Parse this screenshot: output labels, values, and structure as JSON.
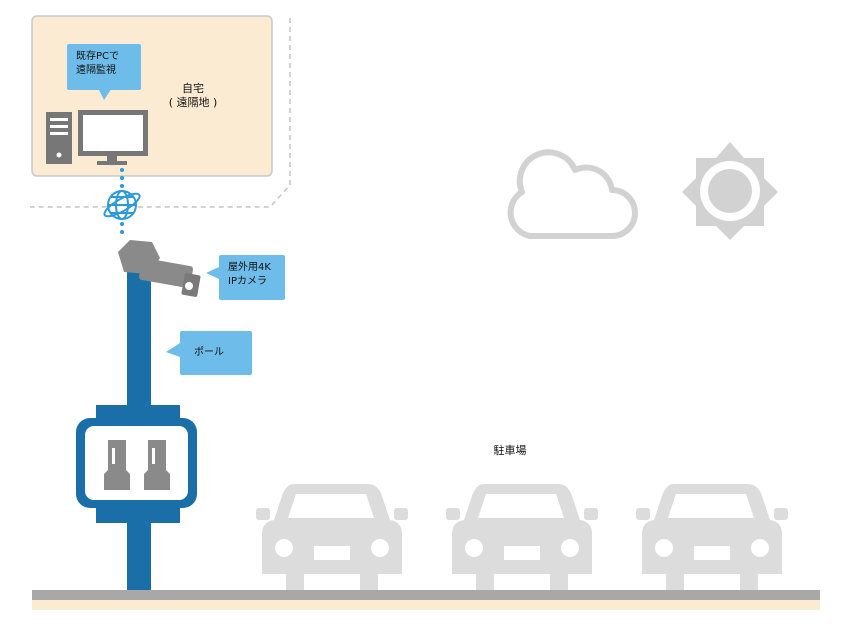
{
  "home": {
    "label_line1": "自宅",
    "label_line2": "( 遠隔地 )"
  },
  "callouts": {
    "pc_line1": "既存PCで",
    "pc_line2": "遠隔監視",
    "camera_line1": "屋外用4K",
    "camera_line2": "IPカメラ",
    "pole": "ポール"
  },
  "parking_lot": {
    "label": "駐車場"
  },
  "icons": {
    "computer": "desktop-computer-icon",
    "network": "globe-network-icon",
    "camera": "bullet-camera-icon",
    "weather_cloud": "cloud-icon",
    "weather_sun": "sun-icon",
    "enclosure": "breaker-enclosure-icon",
    "car": "car-icon"
  },
  "colors": {
    "home_fill": "#fcebd3",
    "home_border": "#c8c8c8",
    "pole": "#1a6fa8",
    "callout": "#6ebce9",
    "car": "#dcdcdc",
    "weather": "#d2d2d2",
    "ground": "#a8a8a8",
    "ground_band": "#fcebd3",
    "camera": "#8a8a8a",
    "network_dots": "#2a9ad8"
  }
}
